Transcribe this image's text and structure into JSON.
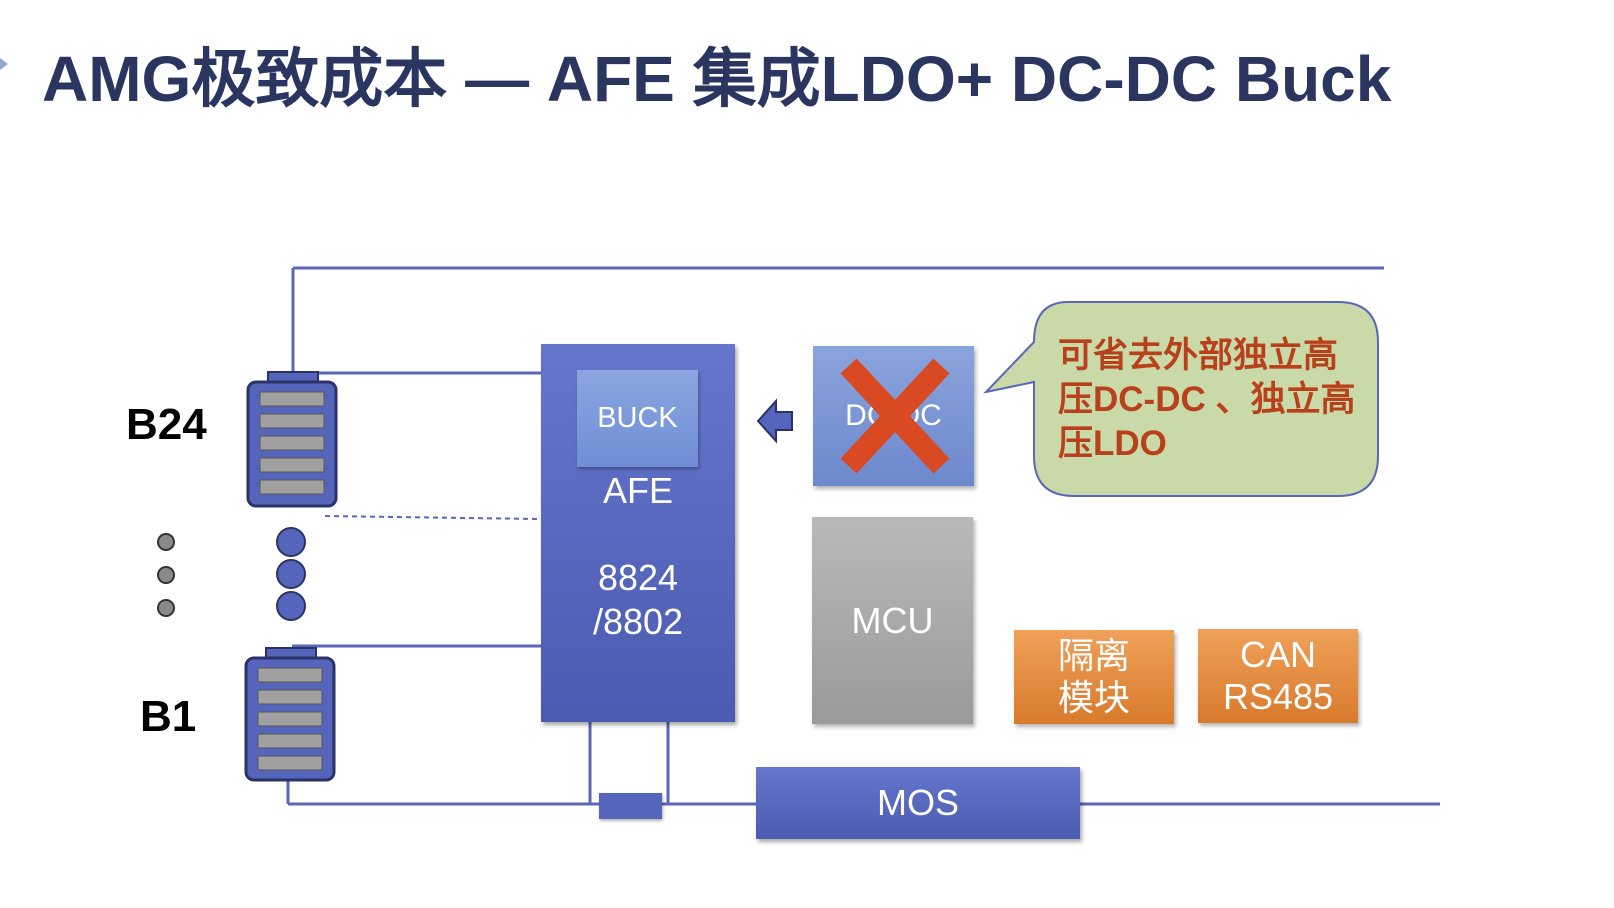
{
  "title": "AMG极致成本 — AFE 集成LDO+ DC-DC Buck",
  "batteries": {
    "top_label": "B24",
    "bottom_label": "B1"
  },
  "afe": {
    "buck_label": "BUCK",
    "label": "AFE",
    "model": "8824\n/8802"
  },
  "dcdc": {
    "label": "DC-DC",
    "crossed_out": true
  },
  "mcu": {
    "label": "MCU"
  },
  "isolation": {
    "label": "隔离\n模块"
  },
  "comm": {
    "label": "CAN\nRS485"
  },
  "mos": {
    "label": "MOS"
  },
  "callout": {
    "text": "可省去外部独立高压DC-DC 、独立高压LDO"
  },
  "colors": {
    "title": "#2a3560",
    "wire": "#5a66b8",
    "afe": "#5565bb",
    "callout_fill": "#c9d9a8",
    "callout_text": "#b8411c",
    "cross": "#d94a22",
    "orange_block": "#e08a3a",
    "mcu": "#a8a8a8"
  }
}
